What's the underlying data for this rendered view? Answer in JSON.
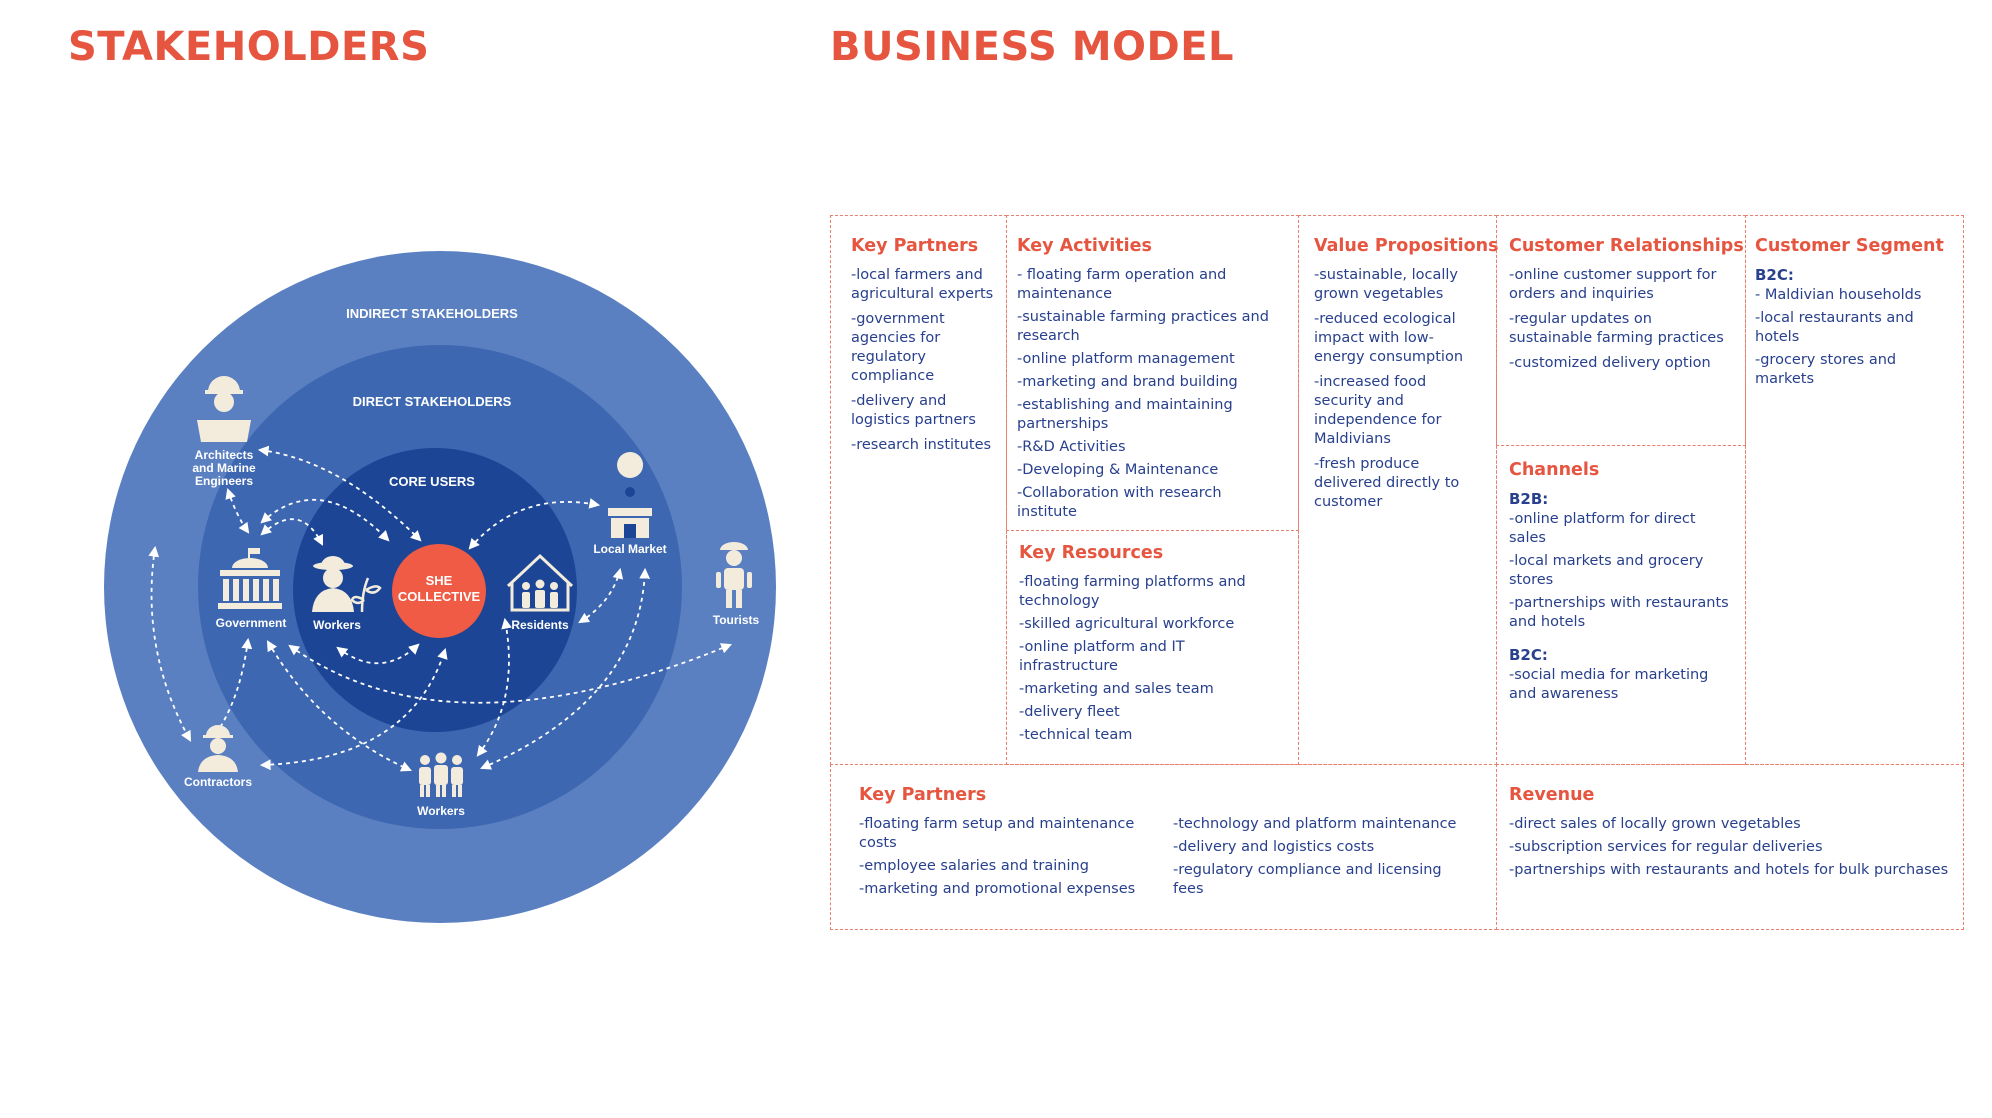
{
  "headings": {
    "stakeholders": "STAKEHOLDERS",
    "business_model": "BUSINESS MODEL"
  },
  "diagram": {
    "rings": {
      "indirect": "INDIRECT STAKEHOLDERS",
      "direct": "DIRECT STAKEHOLDERS",
      "core": "CORE USERS"
    },
    "center": [
      "SHE",
      "COLLECTIVE"
    ],
    "nodes": {
      "architects": [
        "Architects",
        "and Marine",
        "Engineers"
      ],
      "government": "Government",
      "workers_core": "Workers",
      "residents": "Residents",
      "local_market": "Local Market",
      "tourists": "Tourists",
      "contractors": "Contractors",
      "workers_outer": "Workers"
    },
    "colors": {
      "indirect": "#5a80c1",
      "direct": "#3e67b1",
      "core": "#1c4695",
      "center": "#ef5b44",
      "accent": "#e5553f",
      "text": "#28408d"
    }
  },
  "canvas": {
    "key_partners": {
      "title": "Key Partners",
      "items": [
        "-local farmers and agricultural experts",
        "-government agencies for regulatory compliance",
        "-delivery and logistics partners",
        "-research institutes"
      ]
    },
    "key_activities": {
      "title": "Key Activities",
      "items": [
        "- floating farm operation and maintenance",
        "-sustainable farming practices and research",
        "-online platform management",
        "-marketing and brand building",
        "-establishing and maintaining partnerships",
        "-R&D Activities",
        "-Developing & Maintenance",
        "-Collaboration with research institute"
      ]
    },
    "key_resources": {
      "title": "Key Resources",
      "items": [
        "-floating farming platforms and technology",
        "-skilled agricultural workforce",
        "-online platform and IT infrastructure",
        "-marketing and sales team",
        "-delivery fleet",
        "-technical team"
      ]
    },
    "value_propositions": {
      "title": "Value Propositions",
      "items": [
        "-sustainable, locally grown vegetables",
        "-reduced ecological impact with low-energy consumption",
        "-increased food security and independence for Maldivians",
        "-fresh produce delivered directly to customer"
      ]
    },
    "customer_relationships": {
      "title": "Customer Relationships",
      "items": [
        "-online customer support for orders and inquiries",
        "-regular updates on sustainable farming practices",
        "-customized delivery option"
      ]
    },
    "channels": {
      "title": "Channels",
      "b2b_label": "B2B:",
      "b2b": [
        "-online platform for direct sales",
        "-local markets and grocery stores",
        "-partnerships with restaurants and hotels"
      ],
      "b2c_label": "B2C:",
      "b2c": [
        "-social media for marketing and awareness"
      ]
    },
    "customer_segment": {
      "title": "Customer Segment",
      "b2c_label": "B2C:",
      "items": [
        "- Maldivian households",
        "-local restaurants and hotels",
        "-grocery stores and markets"
      ]
    },
    "cost": {
      "title": "Key Partners",
      "col1": [
        "-floating farm setup and maintenance costs",
        "-employee salaries and training",
        "-marketing and promotional expenses"
      ],
      "col2": [
        "-technology and platform maintenance",
        "-delivery and logistics costs",
        "-regulatory compliance and licensing fees"
      ]
    },
    "revenue": {
      "title": "Revenue",
      "items": [
        "-direct sales of locally grown vegetables",
        "-subscription services for regular deliveries",
        "-partnerships with restaurants and hotels for bulk purchases"
      ]
    }
  }
}
